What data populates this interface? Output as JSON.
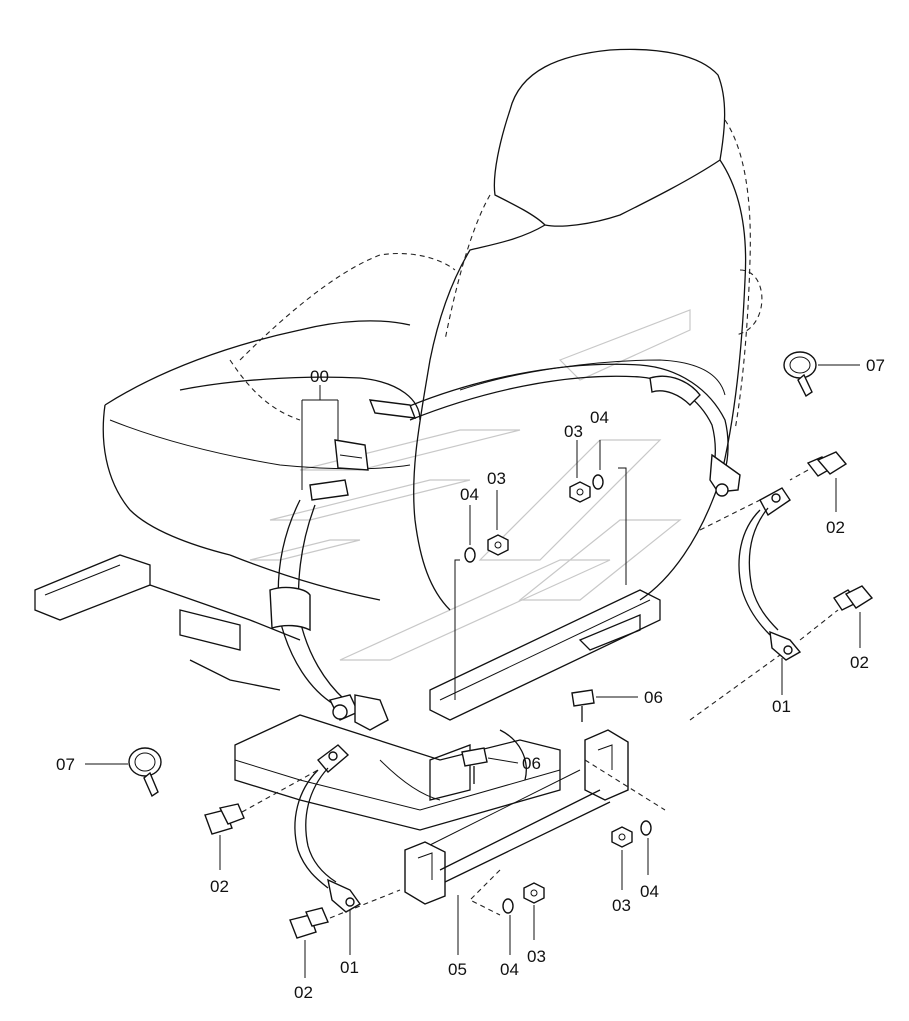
{
  "callouts": {
    "seat_belt_assembly": "00",
    "ground_cable_right": "01",
    "ground_cable_left": "01",
    "bolt_upper_right": "02",
    "bolt_lower_right": "02",
    "bolt_left_upper": "02",
    "bolt_left_lower": "02",
    "nut_seat_center": "03",
    "nut_seat_left": "03",
    "nut_bracket_right": "03",
    "nut_bracket_bottom": "03",
    "washer_seat_center": "04",
    "washer_seat_left": "04",
    "washer_bracket_right": "04",
    "washer_bracket_bottom": "04",
    "bracket": "05",
    "bolt_bracket_upper": "06",
    "bolt_bracket_lower": "06",
    "clip_right": "07",
    "clip_left": "07"
  }
}
